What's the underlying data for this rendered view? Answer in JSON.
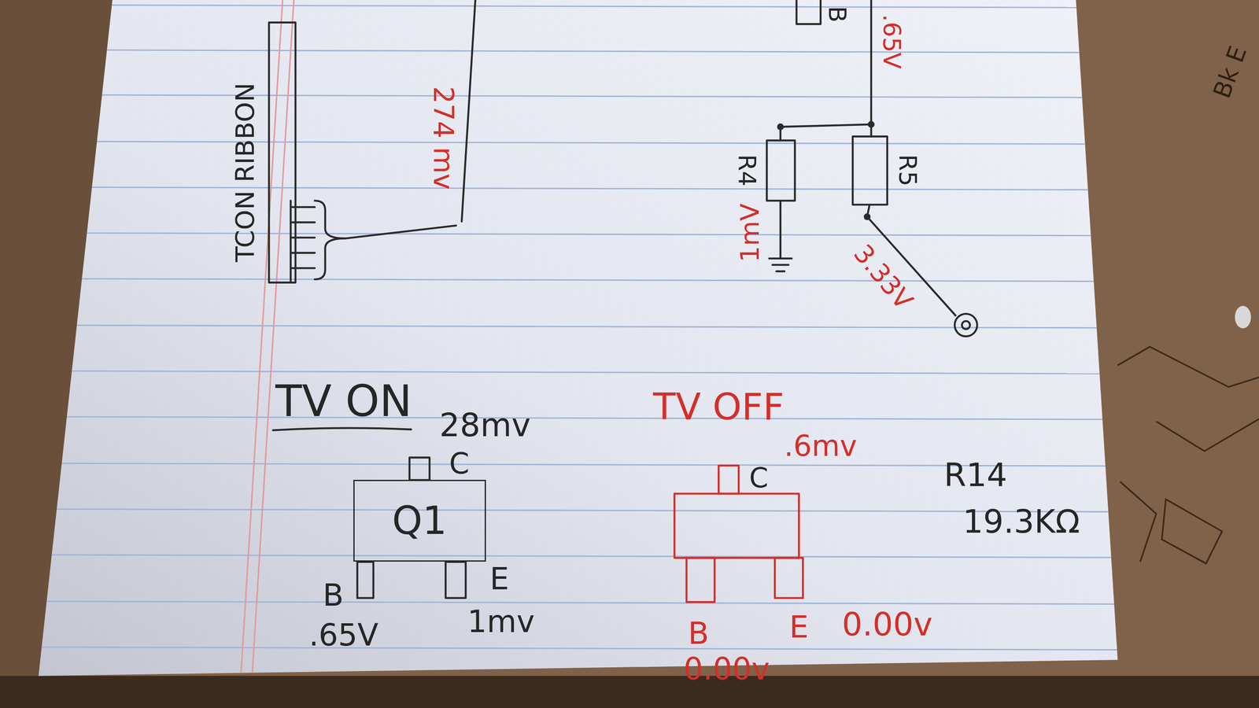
{
  "diagram": {
    "nodes": [
      {
        "text": [
          "Q1"
        ]
      }
    ],
    "labels": [
      "TCON RIBBON",
      "274 mv",
      "B",
      ".65V",
      "R4",
      "1mV",
      "R5",
      "3.33V",
      "TV ON",
      "28mv",
      "C",
      "B",
      ".65V",
      "E",
      "1mv",
      "TV OFF",
      ".6mv",
      "C",
      "B",
      "0.00v",
      "E",
      "0.00v",
      "R14",
      "19.3KΩ",
      "Bk E"
    ]
  }
}
